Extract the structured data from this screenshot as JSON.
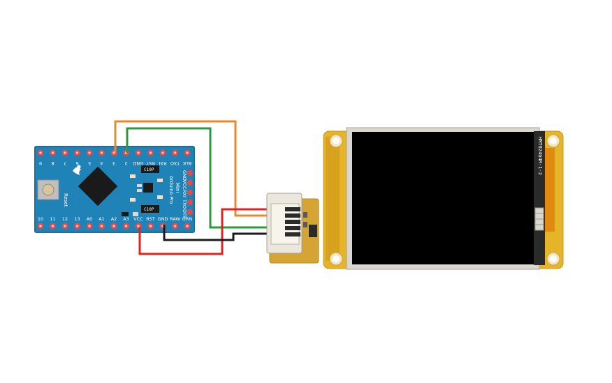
{
  "arduino": {
    "top_pins": [
      "9",
      "8",
      "7",
      "6",
      "5",
      "4",
      "3",
      "2",
      "GND",
      "RST",
      "RXI",
      "TXO",
      "BLK"
    ],
    "bottom_pins": [
      "10",
      "11",
      "12",
      "13",
      "A0",
      "A1",
      "A2",
      "A3",
      "VCC",
      "RST",
      "GND",
      "RAW",
      "GRN"
    ],
    "side_pins": [
      "GND",
      "VCC",
      "RXI",
      "TXO",
      "DTR"
    ],
    "reset_label": "Reset",
    "board_name_line1": "Arduino Pro",
    "board_name_line2": "Mini",
    "cap_label_1": "C10P",
    "cap_label_2": "C10P"
  },
  "display": {
    "fpc_label": "HMT024G4R-1-2"
  },
  "wires": [
    {
      "color": "#e8892b",
      "from": "3",
      "to": "connector-pin-1"
    },
    {
      "color": "#2a9a3c",
      "from": "2",
      "to": "connector-pin-2"
    },
    {
      "color": "#e02424",
      "from": "VCC",
      "to": "connector-pin-3"
    },
    {
      "color": "#1b1b1b",
      "from": "GND",
      "to": "connector-pin-4"
    }
  ]
}
